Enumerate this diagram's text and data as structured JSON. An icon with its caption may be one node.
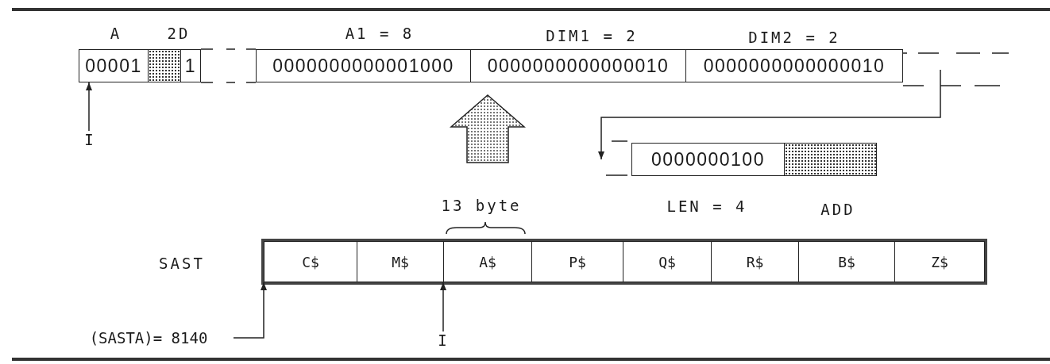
{
  "diagram": {
    "nodes": [
      {
        "text": [
          "00001"
        ]
      },
      {
        "text": [],
        "shape": "box"
      },
      {
        "text": [
          "1"
        ]
      },
      {
        "text": [
          "0000000000001000"
        ]
      },
      {
        "text": [
          "0000000000000010"
        ]
      },
      {
        "text": [
          "0000000000000010"
        ]
      },
      {
        "text": [
          "0000000100"
        ]
      },
      {
        "text": [],
        "shape": "box"
      },
      {
        "text": [
          "I"
        ]
      },
      {
        "text": [
          "C$"
        ]
      },
      {
        "text": [
          "M$"
        ]
      },
      {
        "text": [
          "A$"
        ]
      },
      {
        "text": [
          "P$"
        ]
      },
      {
        "text": [
          "Q$"
        ]
      },
      {
        "text": [
          "R$"
        ]
      },
      {
        "text": [
          "B$"
        ]
      },
      {
        "text": [
          "Z$"
        ]
      },
      {
        "text": [
          "(SASTA)= 8140"
        ]
      },
      {
        "text": [
          "I"
        ]
      }
    ],
    "edges": [
      {
        "from": 8,
        "to": 0,
        "arrow": "to"
      },
      {
        "from": null,
        "to": 6,
        "arrow": "to"
      },
      {
        "from": 17,
        "to": 9,
        "arrow": "to"
      },
      {
        "from": 18,
        "to": 11,
        "arrow": "to"
      }
    ],
    "labels": [
      "A",
      "2D",
      "A1 = 8",
      "DIM1 = 2",
      "DIM2 = 2",
      "13 byte",
      "LEN = 4",
      "ADD",
      "SAST"
    ]
  }
}
